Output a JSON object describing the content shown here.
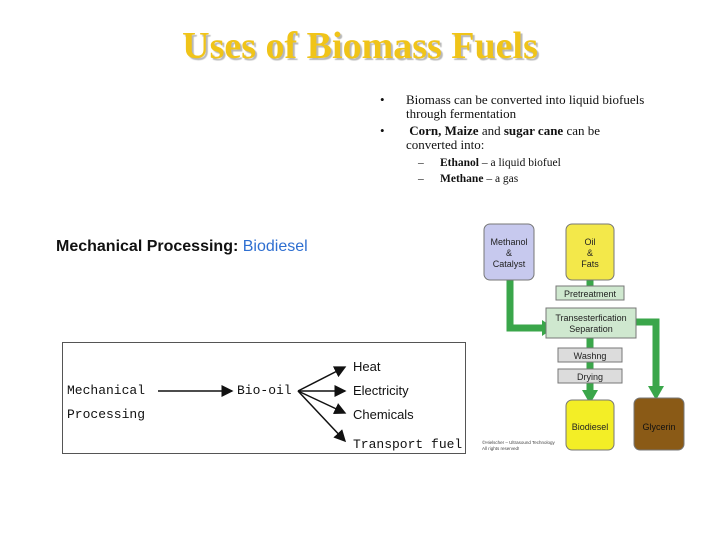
{
  "title": "Uses of Biomass Fuels",
  "bullets": {
    "b1": "Biomass can be converted into liquid biofuels through fermentation",
    "b2_bold1": "Corn, Maize",
    "b2_mid": "and",
    "b2_bold2": "sugar cane",
    "b2_rest": "can be converted into:",
    "s1_bold": "Ethanol",
    "s1_rest": "– a liquid biofuel",
    "s2_bold": "Methane",
    "s2_rest": "– a gas",
    "dash": "–",
    "dot": "•"
  },
  "mechanical": {
    "heading": "Mechanical Processing:",
    "heading_accent": "Biodiesel",
    "source_line1": "Mechanical",
    "source_line2": "Processing",
    "middle": "Bio-oil",
    "outputs": [
      "Heat",
      "Electricity",
      "Chemicals",
      "Transport fuel"
    ]
  },
  "process": {
    "methanol": [
      "Methanol",
      "&",
      "Catalyst"
    ],
    "oil": [
      "Oil",
      "&",
      "Fats"
    ],
    "pretreatment": "Pretreatment",
    "transesterification": [
      "Transesterfication",
      "Separation"
    ],
    "washing": "Washng",
    "drying": "Drying",
    "biodiesel": "Biodiesel",
    "glycerin": "Glycerin",
    "credit": [
      "©Hielscher – Ultrasound Technology",
      "All rights reserved!"
    ]
  },
  "colors": {
    "title": "#f0c419",
    "accent": "#2e6fd1",
    "arrow_green": "#3aa64a",
    "methanol_fill": "#c7c9ee",
    "oil_fill": "#f3e84a",
    "biodiesel_fill": "#f3ee26",
    "glycerin_fill": "#8a5a16",
    "step_fill": "#cfe8cf",
    "step_grey": "#dcdcdc"
  }
}
